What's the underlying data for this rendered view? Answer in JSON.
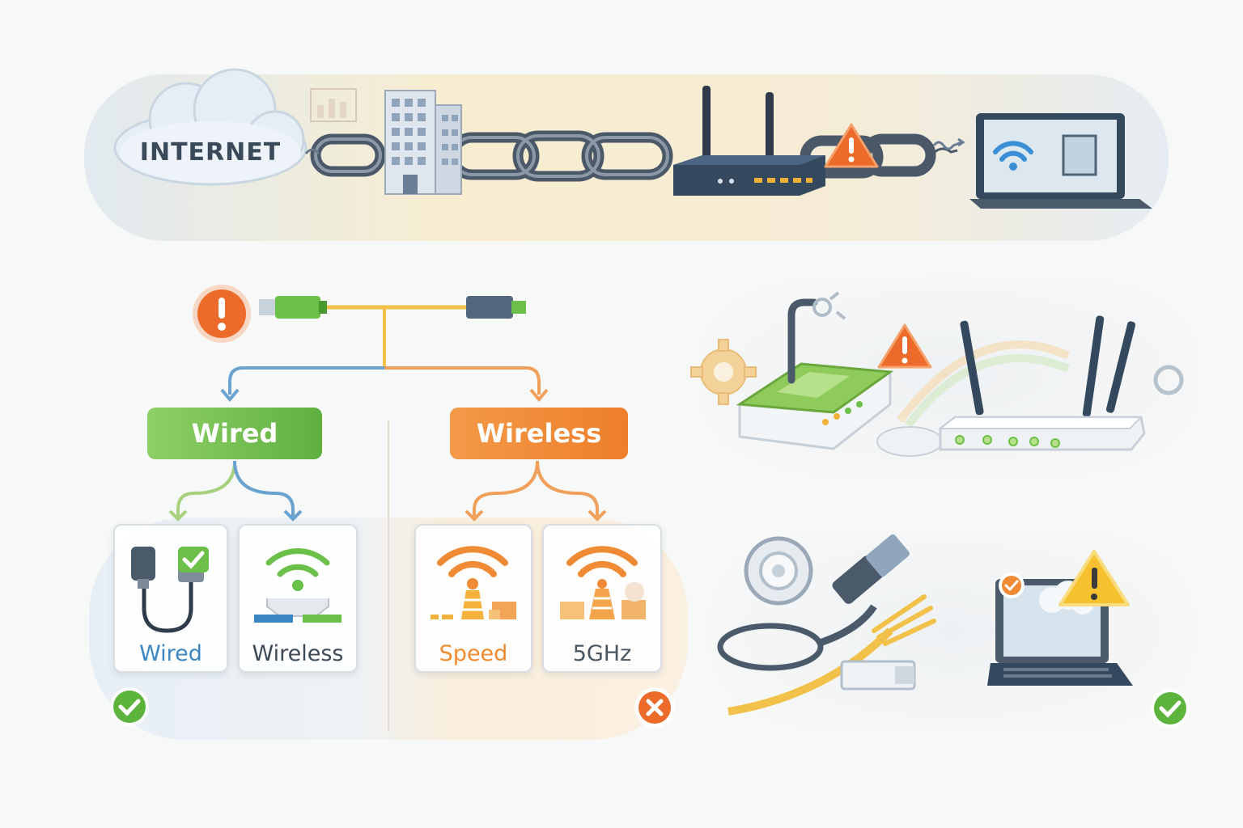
{
  "top_chain": {
    "cloud_label": "INTERNET"
  },
  "split": {
    "wired_label": "Wired",
    "wireless_label": "Wireless"
  },
  "cards": [
    {
      "label": "Wired",
      "color": "#3d86c4"
    },
    {
      "label": "Wireless",
      "color": "#3c4a58"
    },
    {
      "label": "Speed",
      "color": "#ef8a2e"
    },
    {
      "label": "5GHz",
      "color": "#4a5663"
    }
  ],
  "colors": {
    "wired_green": "#6cc04a",
    "wireless_orange": "#f08a34",
    "alert_orange": "#ec6a2a",
    "check_green": "#5cb43c",
    "device_navy": "#34495e"
  }
}
